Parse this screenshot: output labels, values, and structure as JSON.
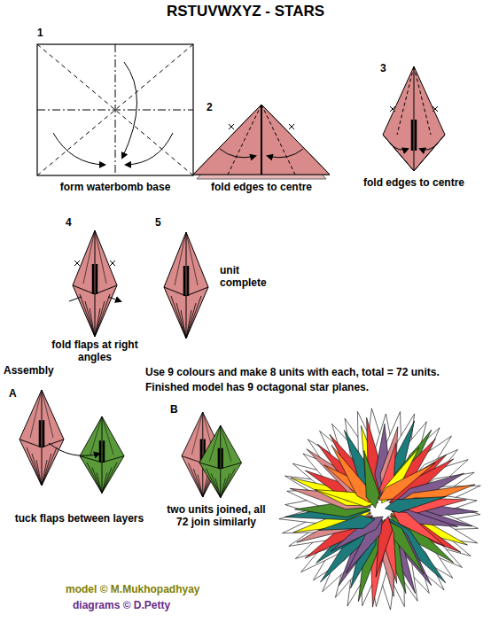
{
  "diagram": {
    "title": "RSTUVWXYZ - STARS",
    "labels": [
      "1",
      "form waterbomb base",
      "2",
      "fold edges to centre",
      "3",
      "fold edges to centre",
      "4",
      "5",
      "unit complete",
      "fold flaps at right angles",
      "Assembly",
      "Use 9 colours and make 8 units with each, total = 72 units.",
      "Finished model has 9 octagonal star planes.",
      "A",
      "B",
      "tuck flaps between layers",
      "two units joined, all 72 join similarly",
      "model © M.Mukhopadhyay",
      "diagrams © D.Petty"
    ]
  }
}
